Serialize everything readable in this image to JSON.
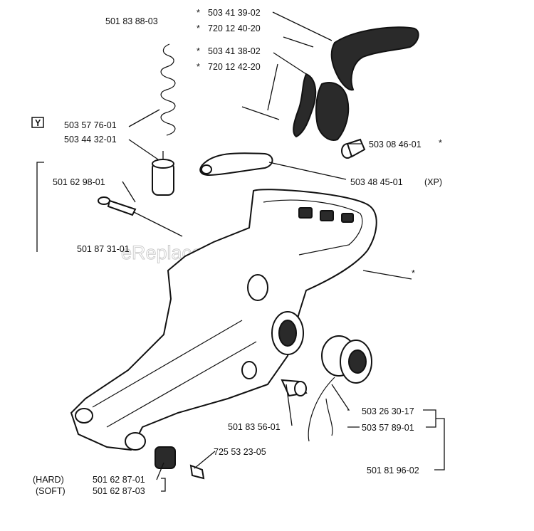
{
  "watermark": "eReplacementParts.com",
  "tools_symbol": "Y",
  "labels": {
    "spring": "501 83 88-03",
    "handle_throttle": "503 41 39-02",
    "pin_throttle": "720 12 40-20",
    "lockout": "503 41 38-02",
    "pin_lockout": "720 12 42-20",
    "tool_label": "503 57 76-01",
    "filter": "503 44 32-01",
    "bushing": "503 08 46-01",
    "rod": "503 48 45-01",
    "xp": "(XP)",
    "needle": "501 62 98-01",
    "hose": "501 87 31-01",
    "plug": "501 83 56-01",
    "cap": "503 26 30-17",
    "gasket": "503 57 89-01",
    "kit": "501 81 96-02",
    "screw": "725 53 23-05",
    "buffer_hard": "501 62 87-01",
    "buffer_soft": "501 62 87-03",
    "hard": "(HARD)",
    "soft": "(SOFT)"
  },
  "stars": {
    "s1": "*",
    "s2": "*",
    "s3": "*",
    "s4": "*",
    "s5": "*",
    "s6": "*"
  }
}
